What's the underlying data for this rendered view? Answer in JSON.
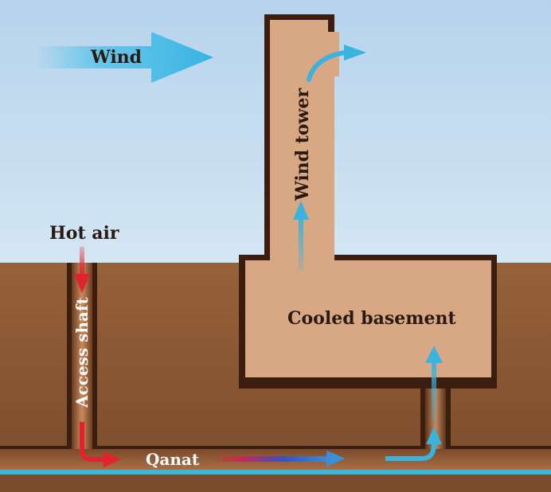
{
  "labels": {
    "wind": "Wind",
    "wind_tower": "Wind tower",
    "hot_air": "Hot air",
    "access_shaft": "Access shaft",
    "cooled_basement": "Cooled basement",
    "qanat": "Qanat"
  },
  "colors": {
    "sky": "#c6dcef",
    "ground": "#8a5530",
    "ground_dark": "#3b1e10",
    "structure_fill": "#d8a884",
    "shaft_fill": "#b07048",
    "cool_arrow": "#3ab3dd",
    "hot_arrow": "#e0232f",
    "water": "#3ab8dc",
    "label_dark": "#2b1a12",
    "label_light": "#ffffff"
  }
}
